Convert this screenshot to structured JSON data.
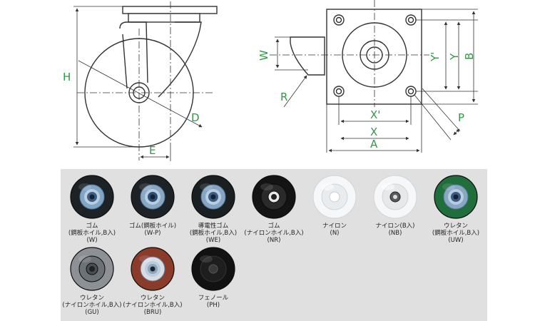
{
  "dimensions": {
    "H": "H",
    "E": "E",
    "D": "D",
    "W": "W",
    "R": "R",
    "Xp": "X'",
    "X": "X",
    "A": "A",
    "Yp": "Y'",
    "Y": "Y",
    "B": "B",
    "P": "P"
  },
  "wheels": [
    {
      "lines": [
        "ゴム",
        "(鋼板ホイル,B入)",
        "(W)"
      ],
      "tire": "#1c2226",
      "hub": "#7fa6c6",
      "core": "#3d5f86",
      "type": "steel"
    },
    {
      "lines": [
        "ゴム(鋼板ホイル)",
        "(W-P)"
      ],
      "tire": "#1c2226",
      "hub": "#89a8c4",
      "core": "#2d4f76",
      "type": "steel"
    },
    {
      "lines": [
        "導電性ゴム",
        "(鋼板ホイル,B入)",
        "(WE)"
      ],
      "tire": "#1a1f22",
      "hub": "#86a5c4",
      "core": "#3b5d83",
      "type": "steel"
    },
    {
      "lines": [
        "ゴム",
        "(ナイロンホイル,B入)",
        "(NR)"
      ],
      "tire": "#141414",
      "hub": "#2a2a2a",
      "core": "#e8e8e8",
      "type": "nylon"
    },
    {
      "lines": [
        "ナイロン",
        "(N)"
      ],
      "tire": "#f6f7f8",
      "hub": "#e9ecef",
      "core": "#ffffff",
      "type": "white"
    },
    {
      "lines": [
        "ナイロン(B入)",
        "(NB)"
      ],
      "tire": "#f6f7f8",
      "hub": "#e6e8ea",
      "core": "#5a5a5a",
      "type": "whiteb"
    },
    {
      "lines": [
        "ウレタン",
        "(鋼板ホイル,B入)",
        "(UW)"
      ],
      "tire": "#1f6e3c",
      "hub": "#88a7c4",
      "core": "#3a5c82",
      "type": "steel"
    },
    {
      "lines": [
        "ウレタン",
        "(ナイロンホイル,B入)",
        "(GU)"
      ],
      "tire": "#8d9196",
      "hub": "#6d7277",
      "core": "#4a4f54",
      "type": "nylon"
    },
    {
      "lines": [
        "ウレタン",
        "(ナイロンホイル,B入)",
        "(BRU)"
      ],
      "tire": "#8b3b2a",
      "hub": "#d9dde2",
      "core": "#8da3b8",
      "type": "steel"
    },
    {
      "lines": [
        "フェノール",
        "(PH)"
      ],
      "tire": "#121212",
      "hub": "#1e1e1e",
      "core": "#3a3a3a",
      "type": "phenol"
    }
  ]
}
